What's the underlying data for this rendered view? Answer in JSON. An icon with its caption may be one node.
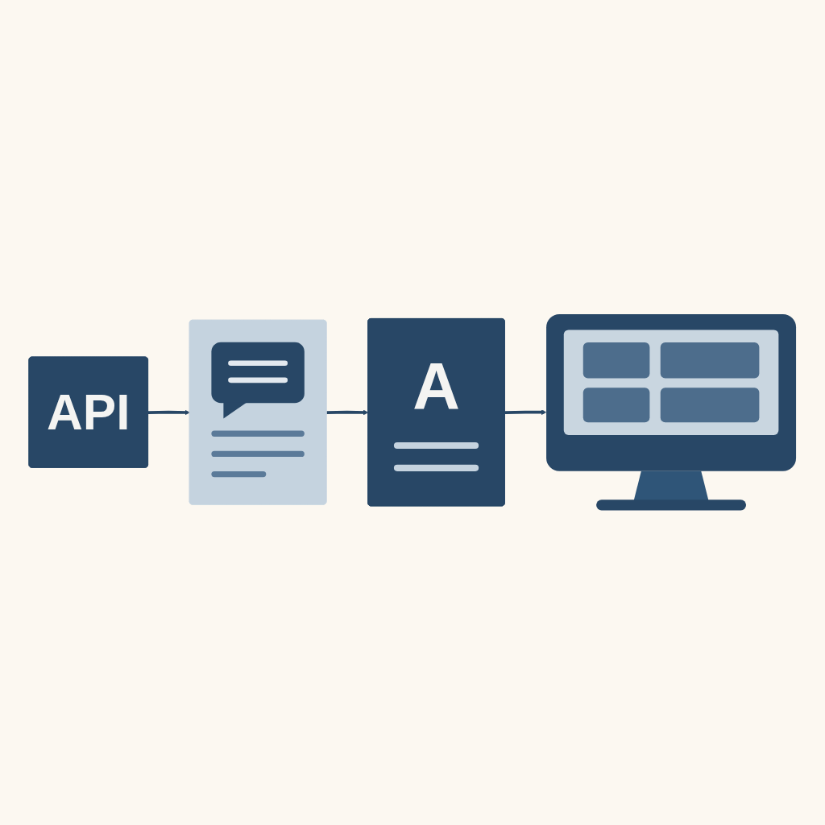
{
  "diagram": {
    "nodes": [
      {
        "text": [
          "API"
        ]
      },
      {
        "text": [],
        "shape": "picture"
      },
      {
        "text": [
          "A"
        ]
      },
      {
        "text": [],
        "shape": "picture"
      }
    ],
    "edges": [
      {
        "from": 0,
        "to": 1,
        "arrow": "to"
      },
      {
        "from": 1,
        "to": 2,
        "arrow": "to"
      },
      {
        "from": 2,
        "to": 3,
        "arrow": "to"
      }
    ]
  }
}
